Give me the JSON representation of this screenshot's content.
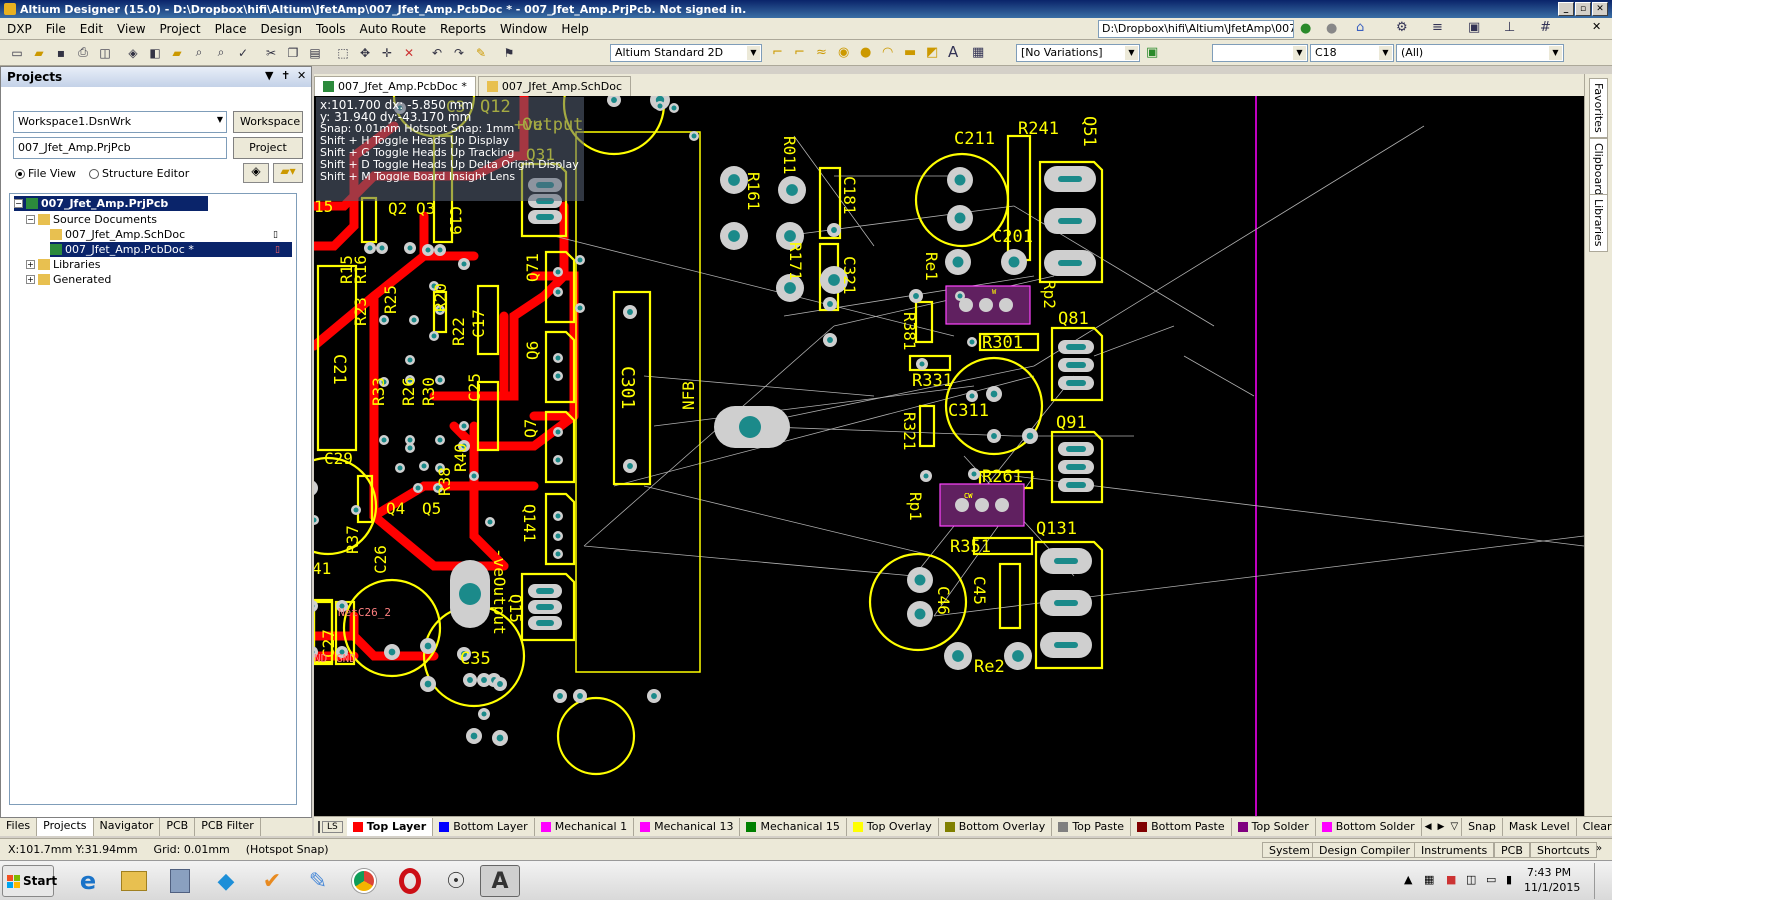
{
  "window": {
    "title": "Altium Designer (15.0) - D:\\Dropbox\\hifi\\Altium\\JfetAmp\\007_Jfet_Amp.PcbDoc * - 007_Jfet_Amp.PrjPcb. Not signed in."
  },
  "menu": {
    "items": [
      "DXP",
      "File",
      "Edit",
      "View",
      "Project",
      "Place",
      "Design",
      "Tools",
      "Auto Route",
      "Reports",
      "Window",
      "Help"
    ],
    "path": "D:\\Dropbox\\hifi\\Altium\\JfetAmp\\007_J"
  },
  "toolbar": {
    "view_mode": "Altium Standard 2D",
    "variations": "[No Variations]",
    "net_filter": "",
    "component": "C18",
    "scope": "(All)"
  },
  "projects": {
    "title": "Projects",
    "workspace": "Workspace1.DsnWrk",
    "workspace_btn": "Workspace",
    "project": "007_Jfet_Amp.PrjPcb",
    "project_btn": "Project",
    "file_view": "File View",
    "structure_editor": "Structure Editor",
    "tree": {
      "root": "007_Jfet_Amp.PrjPcb",
      "source_docs": "Source Documents",
      "schdoc": "007_Jfet_Amp.SchDoc",
      "pcbdoc": "007_Jfet_Amp.PcbDoc *",
      "libraries": "Libraries",
      "generated": "Generated"
    }
  },
  "panel_tabs": [
    "Files",
    "Projects",
    "Navigator",
    "PCB",
    "PCB Filter"
  ],
  "doc_tabs": [
    "007_Jfet_Amp.PcbDoc *",
    "007_Jfet_Amp.SchDoc"
  ],
  "hud": {
    "line1": "x:101.700   dx: -5.850  mm",
    "line2": "y: 31.940    dy:-43.170 mm",
    "line3": "Snap: 0.01mm Hotspot Snap: 1mm",
    "line4": "Shift + H   Toggle Heads Up Display",
    "line5": "Shift + G   Toggle Heads Up Tracking",
    "line6": "Shift + D   Toggle Heads Up Delta Origin Display",
    "line7": "Shift + M  Toggle Board Insight Lens"
  },
  "right_tabs": [
    "Favorites",
    "Clipboard",
    "Libraries"
  ],
  "layers": [
    {
      "name": "Top Layer",
      "color": "#ff0000"
    },
    {
      "name": "Bottom Layer",
      "color": "#0000ff"
    },
    {
      "name": "Mechanical 1",
      "color": "#ff00ff"
    },
    {
      "name": "Mechanical 13",
      "color": "#ff00ff"
    },
    {
      "name": "Mechanical 15",
      "color": "#008000"
    },
    {
      "name": "Top Overlay",
      "color": "#ffff00"
    },
    {
      "name": "Bottom Overlay",
      "color": "#808000"
    },
    {
      "name": "Top Paste",
      "color": "#808080"
    },
    {
      "name": "Bottom Paste",
      "color": "#800000"
    },
    {
      "name": "Top Solder",
      "color": "#800080"
    },
    {
      "name": "Bottom Solder",
      "color": "#ff00ff"
    }
  ],
  "ls_label": "LS",
  "layer_buttons": [
    "Snap",
    "Mask Level",
    "Clear"
  ],
  "status": {
    "coords": "X:101.7mm Y:31.94mm",
    "grid": "Grid: 0.01mm",
    "snap": "(Hotspot Snap)",
    "buttons": [
      "System",
      "Design Compiler",
      "Instruments",
      "PCB",
      "Shortcuts"
    ]
  },
  "taskbar": {
    "start": "Start",
    "time": "7:43 PM",
    "date": "11/1/2015"
  },
  "pcb": {
    "silk_labels": [
      "Output",
      "Q12",
      "+ve",
      "C3",
      "Q31",
      "C211",
      "R241",
      "Q51",
      "R011",
      "R161",
      "C181",
      "R171",
      "C201",
      "C321",
      "Re1",
      "Rp2",
      "R381",
      "Q81",
      "R301",
      "C301",
      "NFB",
      "R331",
      "C311",
      "R321",
      "Q91",
      "R261",
      "Rp1",
      "Q131",
      "R351",
      "C45",
      "C46",
      "Re2",
      "C35",
      "-veOutput",
      "Q15",
      "Q141",
      "Q7",
      "Q6",
      "Q71",
      "C21",
      "R15",
      "R16",
      "R23",
      "R25",
      "R22",
      "R20",
      "C17",
      "Q2",
      "Q3",
      "C19",
      "R33",
      "R26",
      "R30",
      "C25",
      "C29",
      "Q4",
      "Q5",
      "R38",
      "R40",
      "R37",
      "C26",
      "C28",
      "C27",
      "NetC26_2",
      "GND",
      "ND",
      "41",
      "15",
      "W",
      "CW",
      "CW"
    ]
  }
}
